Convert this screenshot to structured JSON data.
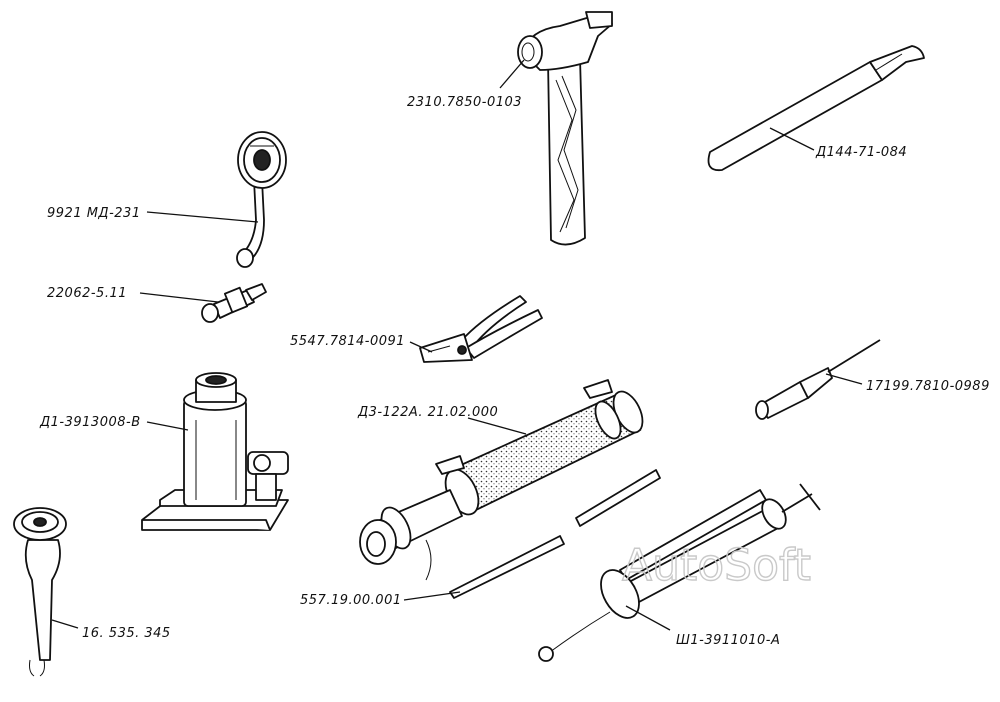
{
  "labels": {
    "hammer": "2310.7850-0103",
    "pry_bar": "Д144-71-084",
    "pressure_gauge": "9921 МД-231",
    "valve_tip": "22062-5.11",
    "pliers": "5547.7814-0091",
    "jack": "Д1-3913008-В",
    "pump": "Д3-122А. 21.02.000",
    "screwdriver": "17199.7810-0989",
    "socket_wrench": "16. 535. 345",
    "rods": "557.19.00.001",
    "grease_gun": "Ш1-3911010-А"
  },
  "watermark": "AutoSoft"
}
